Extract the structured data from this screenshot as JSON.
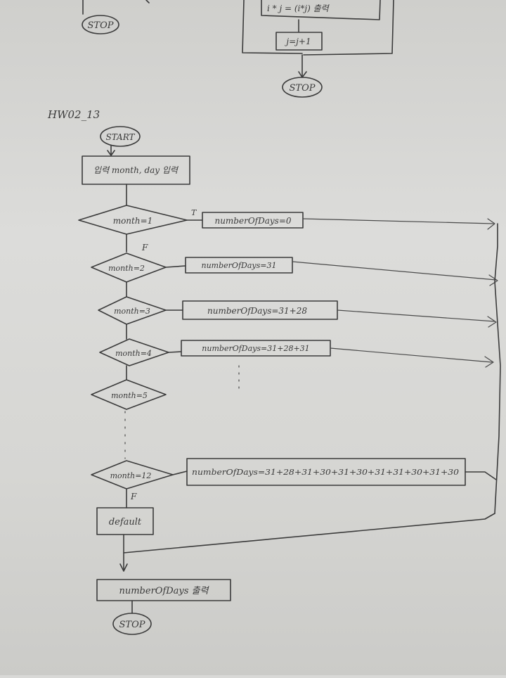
{
  "top_fragment": {
    "stop_left": "STOP",
    "partial_output": "i * j = (i*j) 출력",
    "increment": "j=j+1",
    "stop_right": "STOP"
  },
  "section_title": "HW02_13",
  "flowchart": {
    "start": "START",
    "input": "입력 month, day 입력",
    "true_label": "T",
    "false_label": "F",
    "decisions": [
      "month=1",
      "month=2",
      "month=3",
      "month=4",
      "month=5",
      "month=12"
    ],
    "assignments": [
      "numberOfDays=0",
      "numberOfDays=31",
      "numberOfDays=31+28",
      "numberOfDays=31+28+31",
      "numberOfDays=31+28+31+30+31+30+31+31+30+31+30"
    ],
    "default": "default",
    "output": "numberOfDays 출력",
    "stop": "STOP"
  }
}
